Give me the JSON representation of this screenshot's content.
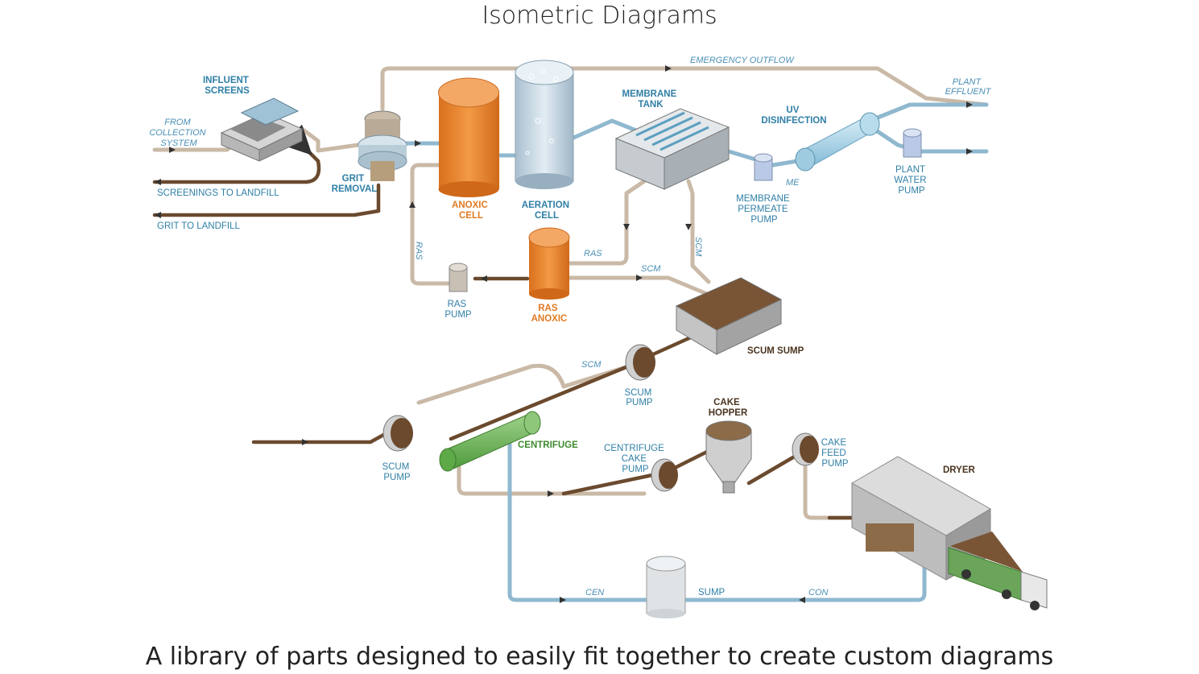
{
  "title": "Isometric Diagrams",
  "subtitle": "A library of parts designed to easily fit together to create custom diagrams",
  "labels": {
    "influent_screens": [
      "INFLUENT",
      "SCREENS"
    ],
    "from_collection": [
      "FROM",
      "COLLECTION",
      "SYSTEM"
    ],
    "screenings": "SCREENINGS TO LANDFILL",
    "grit_landfill": "GRIT TO LANDFILL",
    "grit_removal": [
      "GRIT",
      "REMOVAL"
    ],
    "anoxic_cell": [
      "ANOXIC",
      "CELL"
    ],
    "aeration_cell": [
      "AERATION",
      "CELL"
    ],
    "emergency_outflow": "EMERGENCY OUTFLOW",
    "membrane_tank": [
      "MEMBRANE",
      "TANK"
    ],
    "uv_disinfection": [
      "UV",
      "DISINFECTION"
    ],
    "plant_effluent": [
      "PLANT",
      "EFFLUENT"
    ],
    "membrane_permeate_pump": [
      "MEMBRANE",
      "PERMEATE",
      "PUMP"
    ],
    "me": "ME",
    "plant_water_pump": [
      "PLANT",
      "WATER",
      "PUMP"
    ],
    "ras_left": "RAS",
    "ras_right": "RAS",
    "scm_top": "SCM",
    "scm_vertical": "SCM",
    "ras_pump": [
      "RAS",
      "PUMP"
    ],
    "ras_anoxic": [
      "RAS",
      "ANOXIC"
    ],
    "scum_sump": "SCUM SUMP",
    "scm_mid": "SCM",
    "scum_pump_right": [
      "SCUM",
      "PUMP"
    ],
    "scum_pump_left": [
      "SCUM",
      "PUMP"
    ],
    "centrifuge": "CENTRIFUGE",
    "cake_hopper": [
      "CAKE",
      "HOPPER"
    ],
    "centrifuge_cake_pump": [
      "CENTRIFUGE",
      "CAKE",
      "PUMP"
    ],
    "cake_feed_pump": [
      "CAKE",
      "FEED",
      "PUMP"
    ],
    "dryer": "DRYER",
    "cen": "CEN",
    "sump": "SUMP",
    "con": "CON"
  },
  "colors": {
    "pipe_tan": "#c9b9a6",
    "pipe_brown": "#6b4a2e",
    "pipe_blue": "#8fb8cf",
    "orange_tank": "#ea8a35",
    "aeration_tank": "#cfdde8",
    "label_blue": "#2f7fa6",
    "label_orange": "#e07a22",
    "label_green": "#3f8a2e",
    "label_dark": "#4a3420"
  }
}
